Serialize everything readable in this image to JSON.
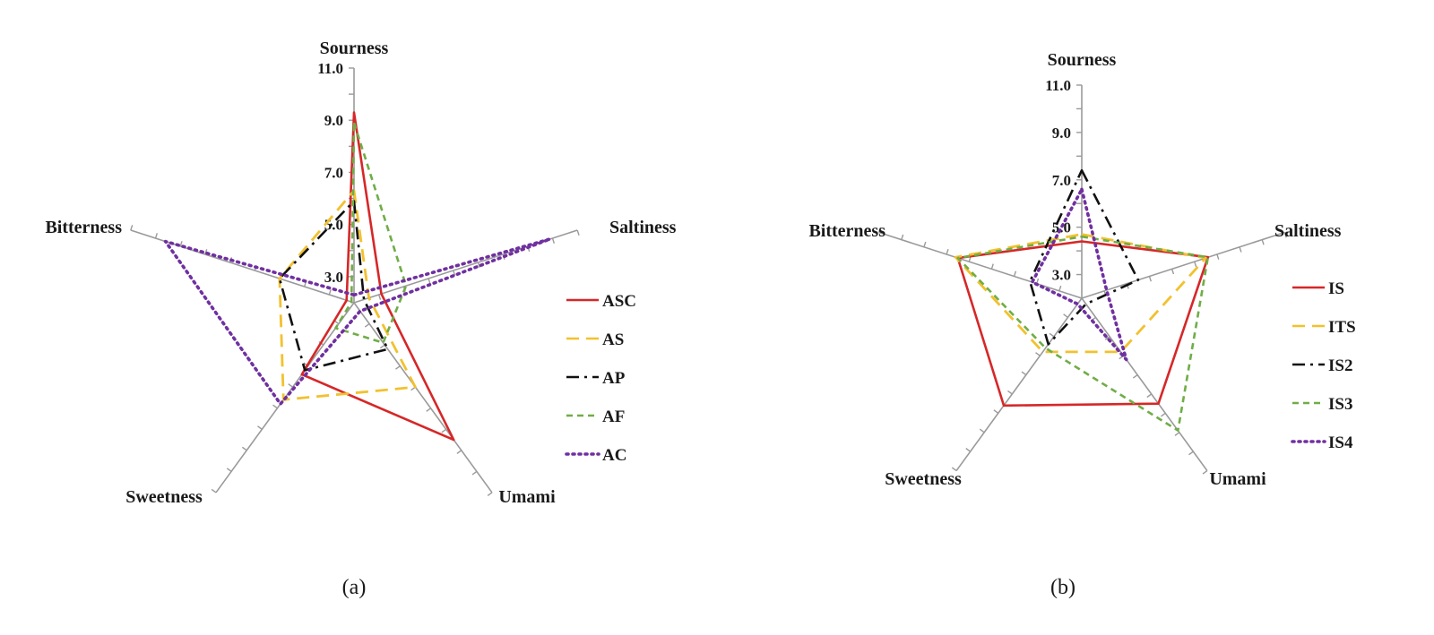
{
  "chart_data": [
    {
      "type": "radar",
      "panel_label": "(a)",
      "axes": [
        "Sourness",
        "Saltiness",
        "Umami",
        "Sweetness",
        "Bitterness"
      ],
      "tick_labels": [
        "3.0",
        "5.0",
        "7.0",
        "9.0",
        "11.0"
      ],
      "range": [
        2,
        11
      ],
      "legend_position": "right",
      "series": [
        {
          "name": "ASC",
          "color": "#d62728",
          "style": "solid",
          "values": [
            9.3,
            3.1,
            8.5,
            5.4,
            2.3
          ]
        },
        {
          "name": "AS",
          "color": "#f2c12e",
          "style": "dashed",
          "values": [
            6.3,
            2.6,
            6.0,
            6.6,
            5.0
          ]
        },
        {
          "name": "AP",
          "color": "#111111",
          "style": "dashdot",
          "values": [
            5.9,
            2.4,
            4.2,
            5.2,
            5.0
          ]
        },
        {
          "name": "AF",
          "color": "#70ad47",
          "style": "dashed-fine",
          "values": [
            8.9,
            4.1,
            3.9,
            3.2,
            2.1
          ]
        },
        {
          "name": "AC",
          "color": "#7030a0",
          "style": "dotted",
          "values": [
            2.3,
            9.9,
            2.4,
            6.8,
            9.6
          ]
        }
      ]
    },
    {
      "type": "radar",
      "panel_label": "(b)",
      "axes": [
        "Sourness",
        "Saltiness",
        "Umami",
        "Sweetness",
        "Bitterness"
      ],
      "tick_labels": [
        "3.0",
        "5.0",
        "7.0",
        "9.0",
        "11.0"
      ],
      "range": [
        2,
        11
      ],
      "legend_position": "right",
      "series": [
        {
          "name": "IS",
          "color": "#d62728",
          "style": "solid",
          "values": [
            4.4,
            7.6,
            7.5,
            7.6,
            7.5
          ]
        },
        {
          "name": "ITS",
          "color": "#f2c12e",
          "style": "dashed",
          "values": [
            4.7,
            7.5,
            4.8,
            4.8,
            7.6
          ]
        },
        {
          "name": "IS2",
          "color": "#111111",
          "style": "dashdot",
          "values": [
            7.4,
            4.5,
            2.3,
            4.4,
            4.3
          ]
        },
        {
          "name": "IS3",
          "color": "#70ad47",
          "style": "dashed-fine",
          "values": [
            4.6,
            7.6,
            8.9,
            4.6,
            7.5
          ]
        },
        {
          "name": "IS4",
          "color": "#7030a0",
          "style": "dotted",
          "values": [
            6.6,
            3.1,
            5.2,
            2.3,
            4.2
          ]
        }
      ]
    }
  ]
}
